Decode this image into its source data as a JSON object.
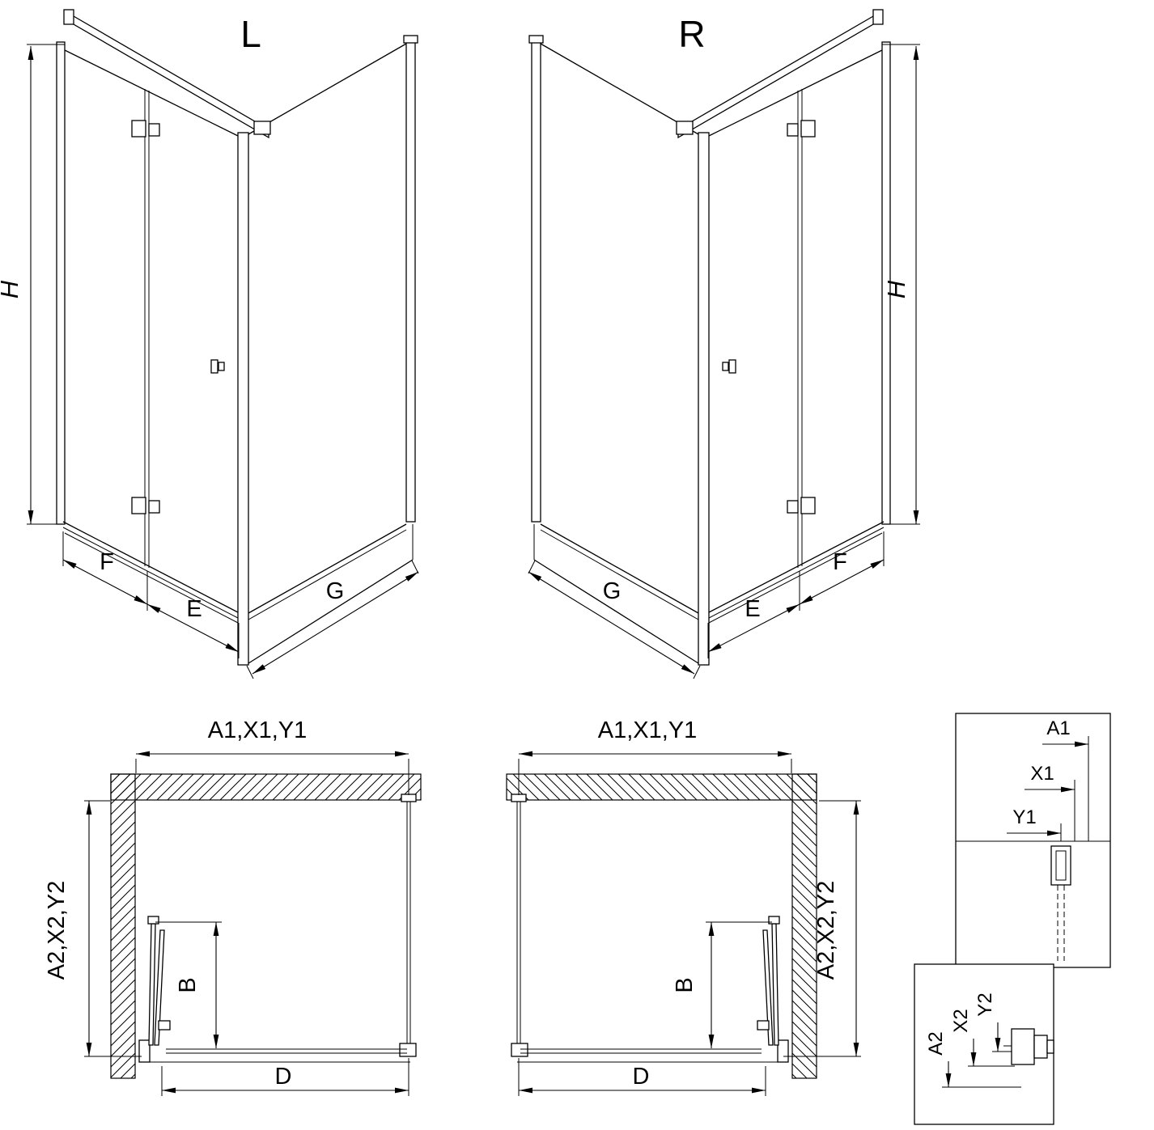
{
  "iso_views": {
    "left": {
      "title": "L",
      "dim_height": "H",
      "dim_front_fixed": "F",
      "dim_front_door": "E",
      "dim_side": "G"
    },
    "right": {
      "title": "R",
      "dim_height": "H",
      "dim_front_fixed": "F",
      "dim_front_door": "E",
      "dim_side": "G"
    }
  },
  "plan_views": {
    "left": {
      "dim_top": "A1,X1,Y1",
      "dim_side": "A2,X2,Y2",
      "dim_door": "B",
      "dim_width": "D"
    },
    "right": {
      "dim_top": "A1,X1,Y1",
      "dim_side": "A2,X2,Y2",
      "dim_door": "B",
      "dim_width": "D"
    }
  },
  "details": {
    "top_profile": {
      "labels": [
        "A1",
        "X1",
        "Y1"
      ]
    },
    "bottom_profile": {
      "labels": [
        "A2",
        "X2",
        "Y2"
      ]
    }
  }
}
